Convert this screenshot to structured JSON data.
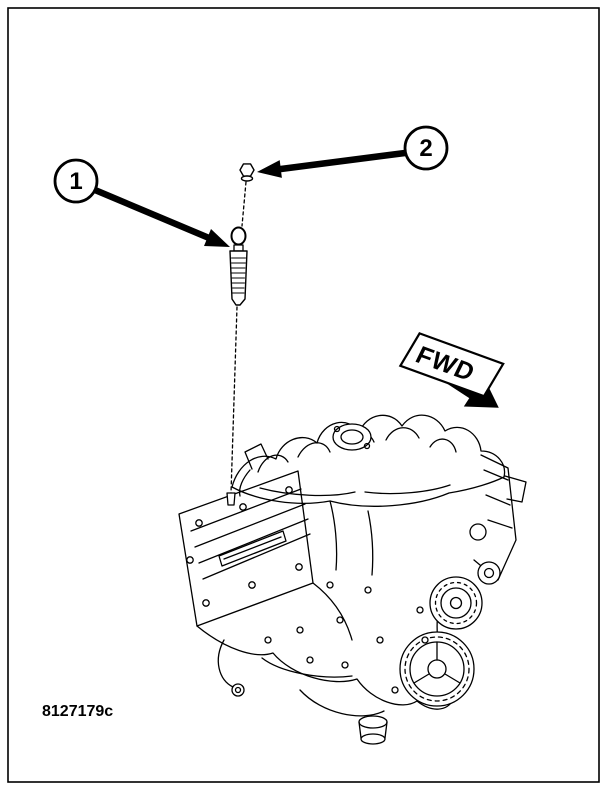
{
  "figure": {
    "code": "8127179c",
    "direction": {
      "label": "FWD"
    },
    "callouts": [
      {
        "label": "1"
      },
      {
        "label": "2"
      }
    ]
  }
}
